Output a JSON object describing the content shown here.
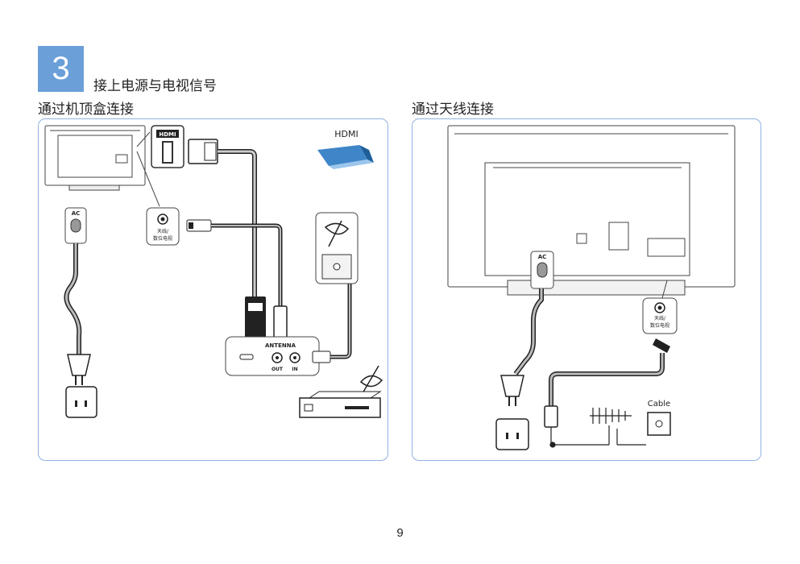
{
  "step": {
    "number": "3",
    "title": "接上电源与电视信号"
  },
  "sections": {
    "left": {
      "title": "通过机顶盒连接"
    },
    "right": {
      "title": "通过天线连接"
    }
  },
  "labels": {
    "hdmi": "HDMI",
    "hdmi_port": "HDMI",
    "ac": "AC",
    "antenna_line1": "天线/",
    "antenna_line2": "数位电视",
    "antenna_panel": "ANTENNA",
    "out": "OUT",
    "in": "IN",
    "cable": "Cable"
  },
  "colors": {
    "badge": "#6a9fd8",
    "panel_border": "#8fb4e0",
    "hdmi_icon": "#3f86c8"
  },
  "page_number": "9"
}
